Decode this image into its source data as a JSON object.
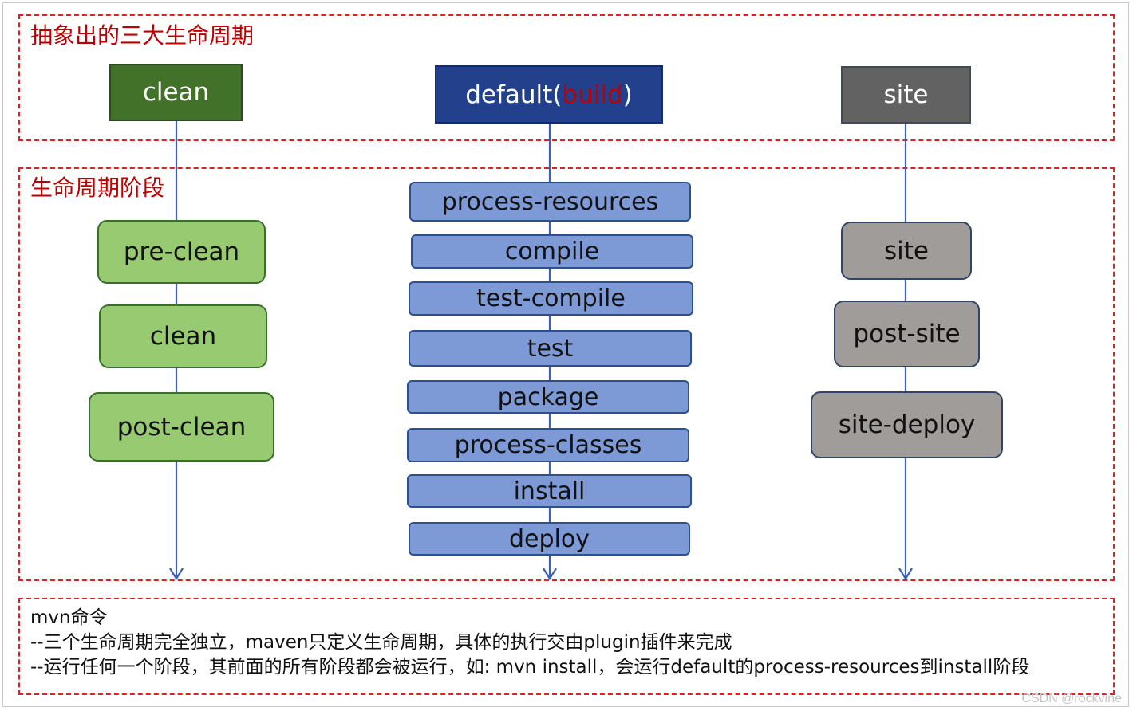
{
  "regions": {
    "lifecycles_title": "抽象出的三大生命周期",
    "phases_title": "生命周期阶段"
  },
  "lifecycles": {
    "clean": {
      "label": "clean"
    },
    "default": {
      "label_prefix": "default(",
      "label_accent": "build",
      "label_suffix": ")"
    },
    "site": {
      "label": "site"
    }
  },
  "clean_phases": [
    "pre-clean",
    "clean",
    "post-clean"
  ],
  "default_phases": [
    "process-resources",
    "compile",
    "test-compile",
    "test",
    "package",
    "process-classes",
    "install",
    "deploy"
  ],
  "site_phases": [
    "site",
    "post-site",
    "site-deploy"
  ],
  "notes": {
    "line1": "mvn命令",
    "line2": "--三个生命周期完全独立，maven只定义生命周期，具体的执行交由plugin插件来完成",
    "line3": "--运行任何一个阶段，其前面的所有阶段都会被运行，如: mvn install，会运行default的process-resources到install阶段"
  },
  "watermark": "CSDN @rockvine",
  "colors": {
    "region_border": "#e02020",
    "region_title": "#c00000",
    "clean_header": "#42712a",
    "default_header": "#22408b",
    "site_header": "#626262",
    "clean_phase": "#98ca72",
    "default_phase": "#7e9ad6",
    "site_phase": "#a09c9a",
    "connector": "#3a5fc0"
  }
}
